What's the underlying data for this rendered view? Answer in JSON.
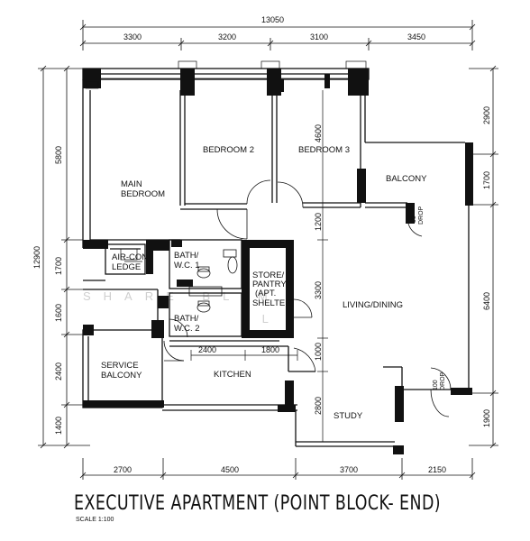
{
  "plan": {
    "title": "EXECUTIVE APARTMENT (POINT BLOCK- END)",
    "scale": "SCALE 1:100",
    "watermark_top": "SHARE BLIM",
    "watermark_bottom": "SL",
    "dims": {
      "overall_width": "13050",
      "top": [
        "3300",
        "3200",
        "3100",
        "3450"
      ],
      "bottom": [
        "2700",
        "4500",
        "3700",
        "2150"
      ],
      "left_overall": "12900",
      "left_outer": "5800",
      "left_inner": [
        "1700",
        "1600",
        "2400",
        "1400"
      ],
      "right": [
        "2900",
        "1700",
        "6400",
        "1900"
      ],
      "inner_2400": "2400",
      "inner_1800": "1800",
      "v_4600": "4600",
      "v_1200": "1200",
      "v_3300": "3300",
      "v_1000": "1000",
      "v_2800": "2800"
    },
    "rooms": {
      "main_bedroom_1": "MAIN",
      "main_bedroom_2": "BEDROOM",
      "bedroom2": "BEDROOM 2",
      "bedroom3": "BEDROOM 3",
      "balcony": "BALCONY",
      "aircon_1": "AIR-CON",
      "aircon_2": "LEDGE",
      "bath1_1": "BATH/",
      "bath1_2": "W.C. 1",
      "bath2_1": "BATH/",
      "bath2_2": "W.C. 2",
      "store_1": "STORE/",
      "store_2": "PANTRY",
      "store_3": "(APT.",
      "store_4": "SHELTER)",
      "living": "LIVING/DINING",
      "service_1": "SERVICE",
      "service_2": "BALCONY",
      "kitchen": "KITCHEN",
      "study": "STUDY"
    },
    "notes": {
      "drop1_a": "50",
      "drop1_b": "DROP",
      "drop2_a": "100",
      "drop2_b": "DROP"
    }
  }
}
